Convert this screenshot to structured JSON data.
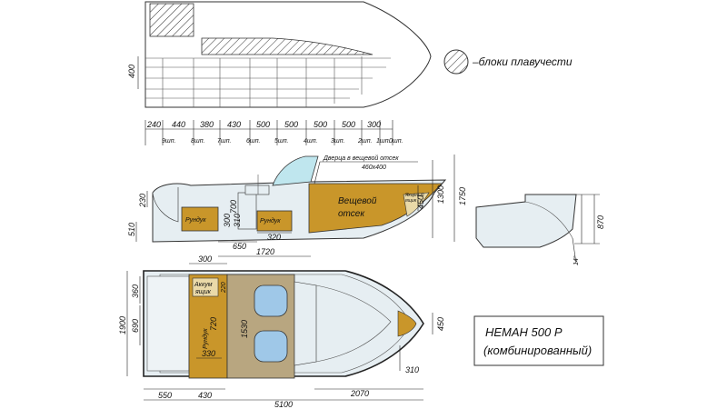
{
  "legend": {
    "label": "–блоки плавучести"
  },
  "plan": {
    "height_400": "400",
    "frame_spacings": [
      "240",
      "440",
      "380",
      "430",
      "500",
      "500",
      "500",
      "500",
      "300"
    ],
    "frame_labels": [
      "9шп.",
      "8шп.",
      "7шп.",
      "6шп.",
      "5шп.",
      "4шп.",
      "3шп.",
      "2шп.",
      "1шп.",
      "0шп."
    ]
  },
  "side": {
    "door_label": "Дверца в вещевой отсек",
    "door_size": "460x400",
    "locker_label": [
      "Вещевой",
      "отсек"
    ],
    "anchor_label": [
      "Якорный",
      "ящик"
    ],
    "rundук_left": "Рундук",
    "rundук_mid": "Рундук",
    "dims": {
      "d230": "230",
      "d510": "510",
      "d300": "300",
      "d310": "310",
      "d700": "700",
      "d650": "650",
      "d320": "320",
      "d1720": "1720",
      "d450": "450",
      "d1300": "1300",
      "d1750": "1750"
    }
  },
  "section": {
    "d870": "870",
    "angle": "14°"
  },
  "top": {
    "battery_label": [
      "Аккум",
      "ящик"
    ],
    "rundук_label": "Рундук",
    "dims": {
      "d300": "300",
      "d220": "220",
      "d360": "360",
      "d690": "690",
      "d1900": "1900",
      "d1530": "1530",
      "d720": "720",
      "d330": "330",
      "d450": "450",
      "d310": "310",
      "d550": "550",
      "d430": "430",
      "d2070": "2070",
      "d5100": "5100"
    }
  },
  "title": {
    "line1": "НЕМАН 500 Р",
    "line2": "(комбинированный)"
  },
  "colors": {
    "wood": "#c9962a",
    "wood_light": "#d8a83c",
    "hull_tint": "#e6eef2",
    "glass": "#bfe6ee",
    "seat": "#9fc8e8"
  }
}
